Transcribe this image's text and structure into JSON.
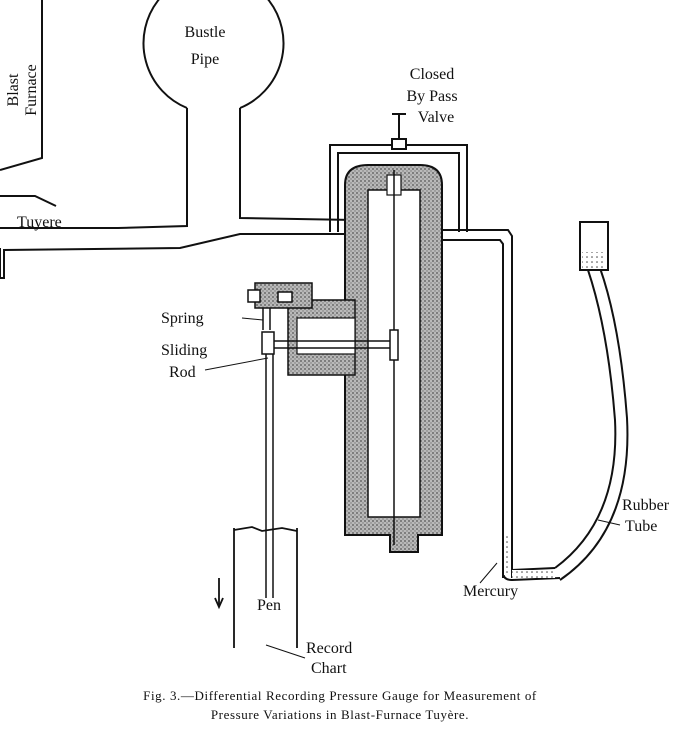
{
  "labels": {
    "blast_furnace_1": "Blast",
    "blast_furnace_2": "Furnace",
    "bustle_pipe_1": "Bustle",
    "bustle_pipe_2": "Pipe",
    "closed_1": "Closed",
    "by_pass_2": "By Pass",
    "valve_3": "Valve",
    "tuyere": "Tuyere",
    "spring": "Spring",
    "sliding": "Sliding",
    "rod": "Rod",
    "rubber": "Rubber",
    "tube": "Tube",
    "mercury": "Mercury",
    "pen": "Pen",
    "record": "Record",
    "chart": "Chart"
  },
  "caption": {
    "line1": "Fig. 3.—Differential Recording Pressure Gauge for Measurement of",
    "line2": "Pressure Variations in Blast-Furnace Tuyère."
  },
  "colors": {
    "ink": "#111111",
    "paper": "#ffffff"
  }
}
